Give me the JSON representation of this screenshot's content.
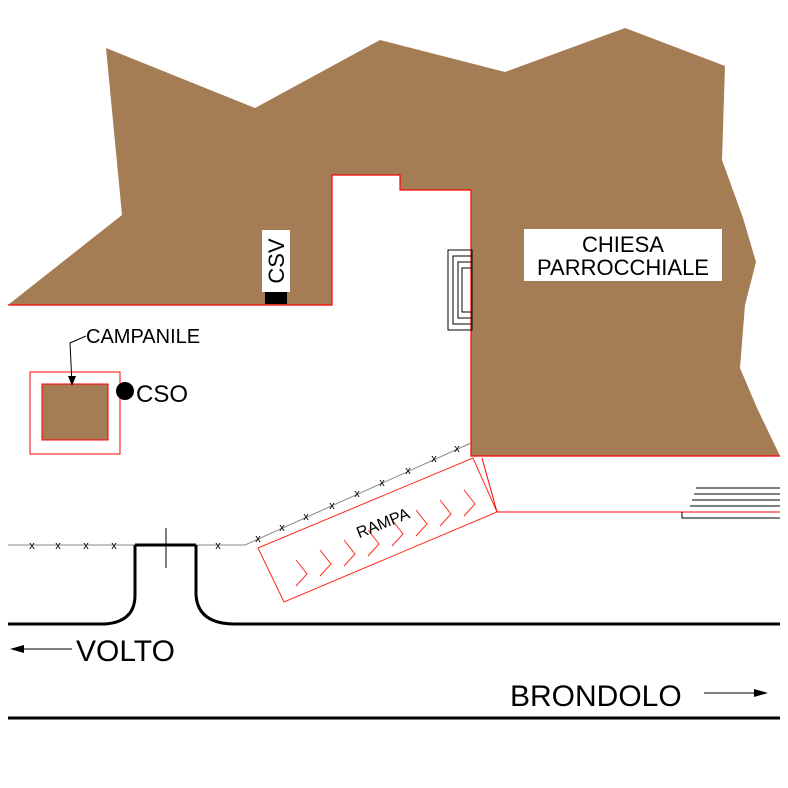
{
  "labels": {
    "church": [
      "CHIESA",
      "PARROCCHIALE"
    ],
    "csv": "CSV",
    "campanile": "CAMPANILE",
    "cso": "CSO",
    "rampa": "RAMPA",
    "volto": "VOLTO",
    "brondolo": "BRONDOLO"
  },
  "colors": {
    "building": "#a57d55",
    "outline": "#ff0000",
    "ramp": "#ff2a1a",
    "ink": "#000000",
    "background": "#ffffff"
  }
}
